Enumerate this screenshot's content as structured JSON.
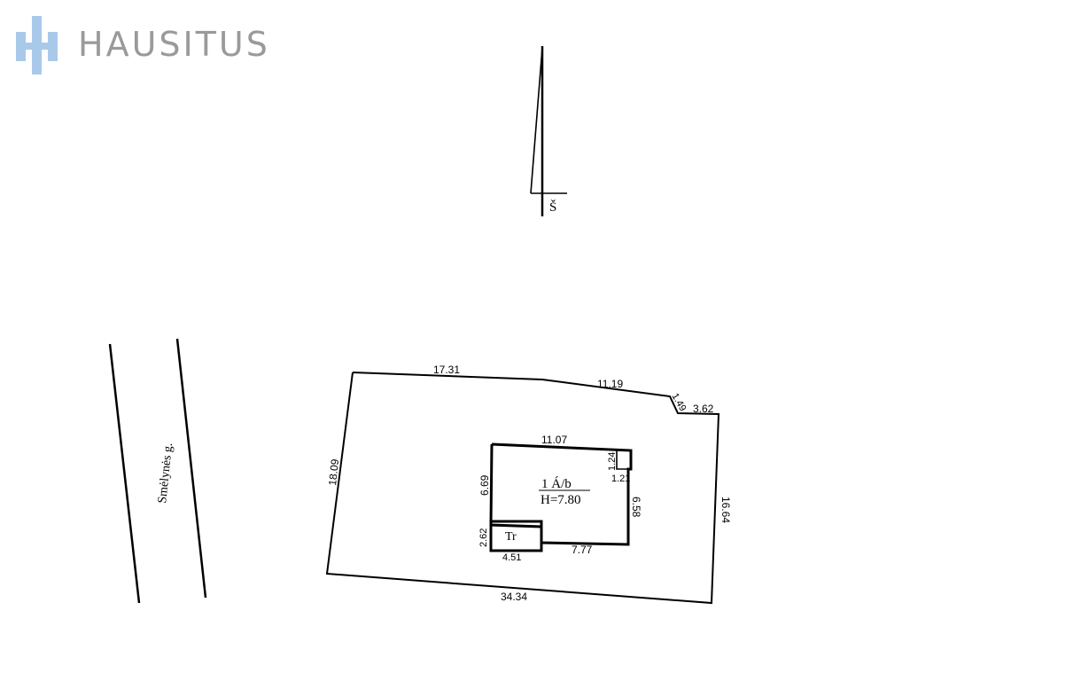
{
  "brand": {
    "name": "HAUSITUS",
    "color": "#9a9a9a",
    "mark_color": "#a9c9ea"
  },
  "north_arrow": {
    "label": "Š"
  },
  "street": {
    "name": "Smėlynės g."
  },
  "plot": {
    "dimensions": {
      "top_left": "17.31",
      "top_right": "11.19",
      "corner_small": "1.49",
      "corner_right": "3.62",
      "left": "18.09",
      "right": "16.64",
      "bottom": "34.34"
    }
  },
  "building": {
    "label_line1": "1 Á/b",
    "label_line2": "H=7.80",
    "dimensions": {
      "top": "11.07",
      "left": "6.69",
      "right": "6.58",
      "bottom": "7.77",
      "notch_vertical": "1.24",
      "notch_horizontal": "1.21"
    }
  },
  "annex": {
    "label": "Tr",
    "dimensions": {
      "height": "2.62",
      "width": "4.51"
    }
  }
}
